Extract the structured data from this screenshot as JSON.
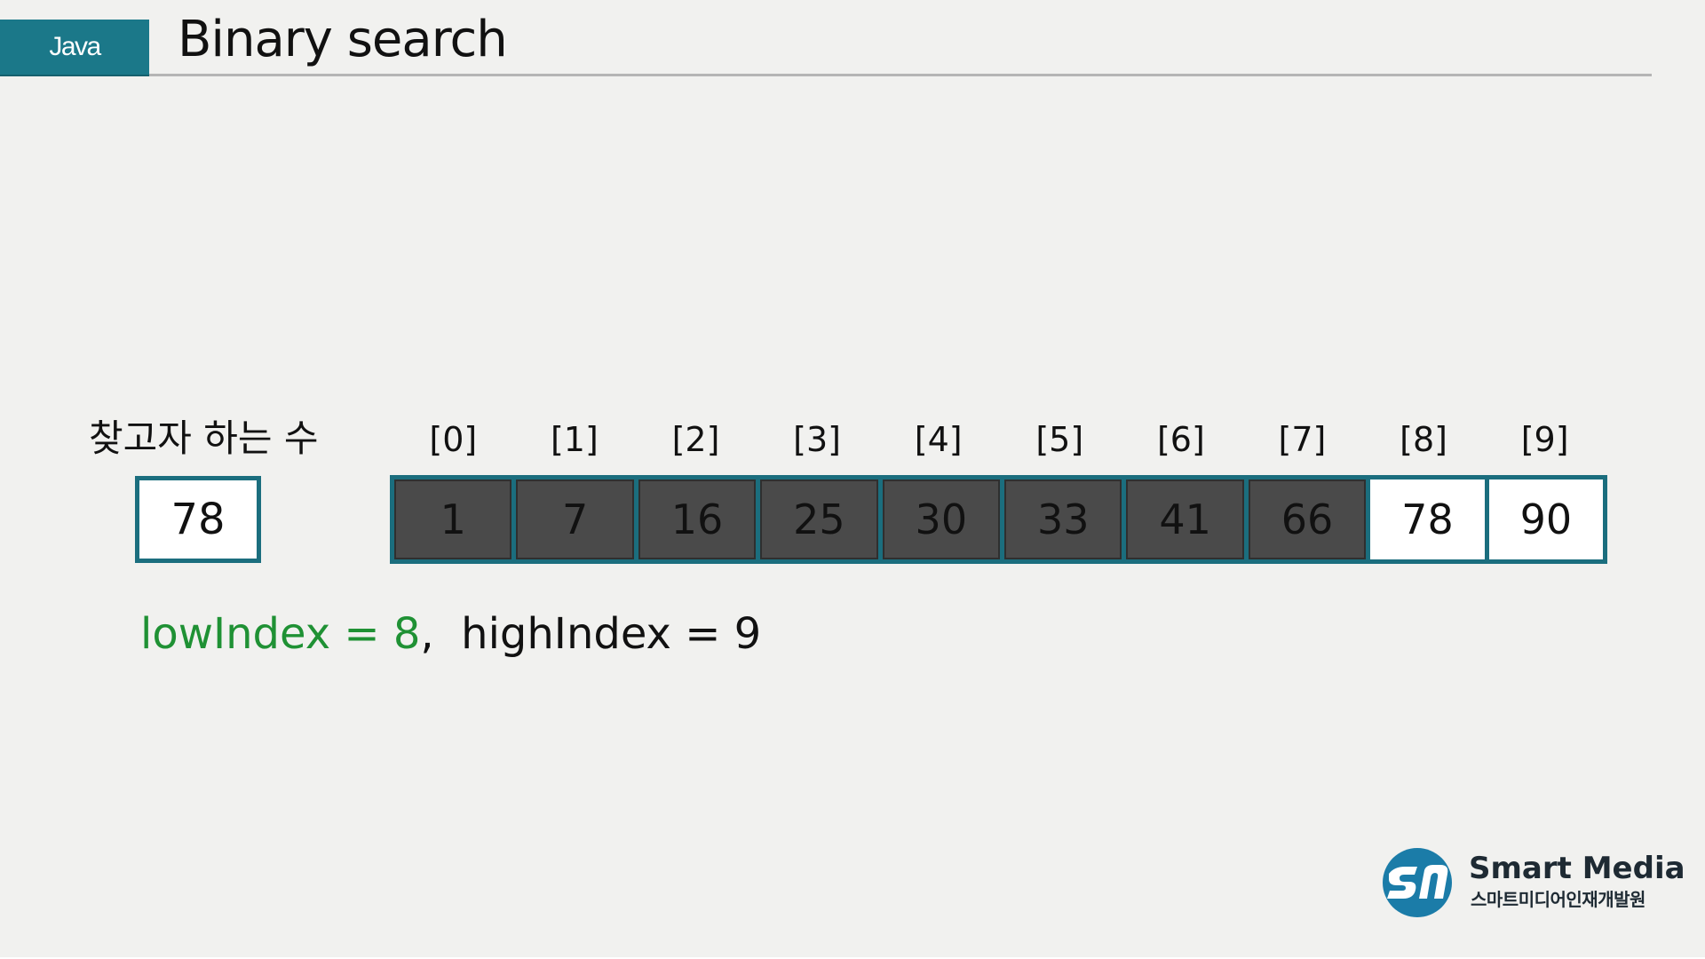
{
  "header": {
    "tag": "Java",
    "title": "Binary search"
  },
  "target": {
    "label": "찾고자 하는 수",
    "value": "78"
  },
  "array": {
    "indices": [
      "[0]",
      "[1]",
      "[2]",
      "[3]",
      "[4]",
      "[5]",
      "[6]",
      "[7]",
      "[8]",
      "[9]"
    ],
    "values": [
      "1",
      "7",
      "16",
      "25",
      "30",
      "33",
      "41",
      "66",
      "78",
      "90"
    ],
    "active": [
      false,
      false,
      false,
      false,
      false,
      false,
      false,
      false,
      true,
      true
    ]
  },
  "status": {
    "low": "lowIndex = 8",
    "sep": ",",
    "high": "highIndex = 9"
  },
  "logo": {
    "name": "Smart Media",
    "subtitle": "스마트미디어인재개발원",
    "colors": {
      "primary": "#1b7ca8",
      "text": "#1e2a33"
    }
  },
  "colors": {
    "accent": "#1b7889",
    "border": "#1b6e7e",
    "inactive_cell": "#4a4a4a",
    "active_cell": "#ffffff",
    "low_text": "#1f9134"
  }
}
